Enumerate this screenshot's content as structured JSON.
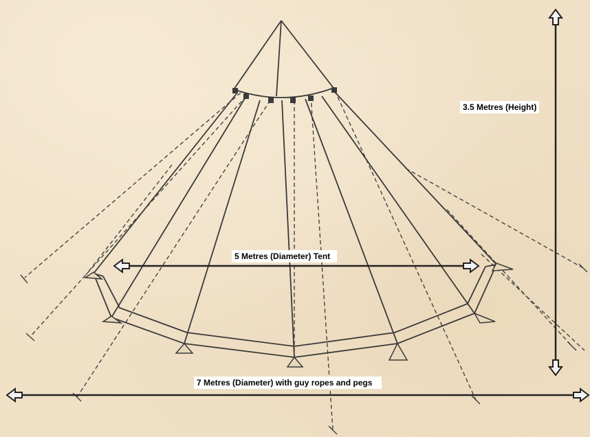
{
  "labels": {
    "height": "3.5 Metres (Height)",
    "tent_diameter": "5 Metres (Diameter) Tent",
    "guy_diameter": "7 Metres (Diameter) with guy ropes and pegs"
  },
  "colors": {
    "paper": "#efe0c6",
    "ink": "#3a3a3a",
    "arrow": "#222222",
    "label_bg": "#ffffff"
  }
}
